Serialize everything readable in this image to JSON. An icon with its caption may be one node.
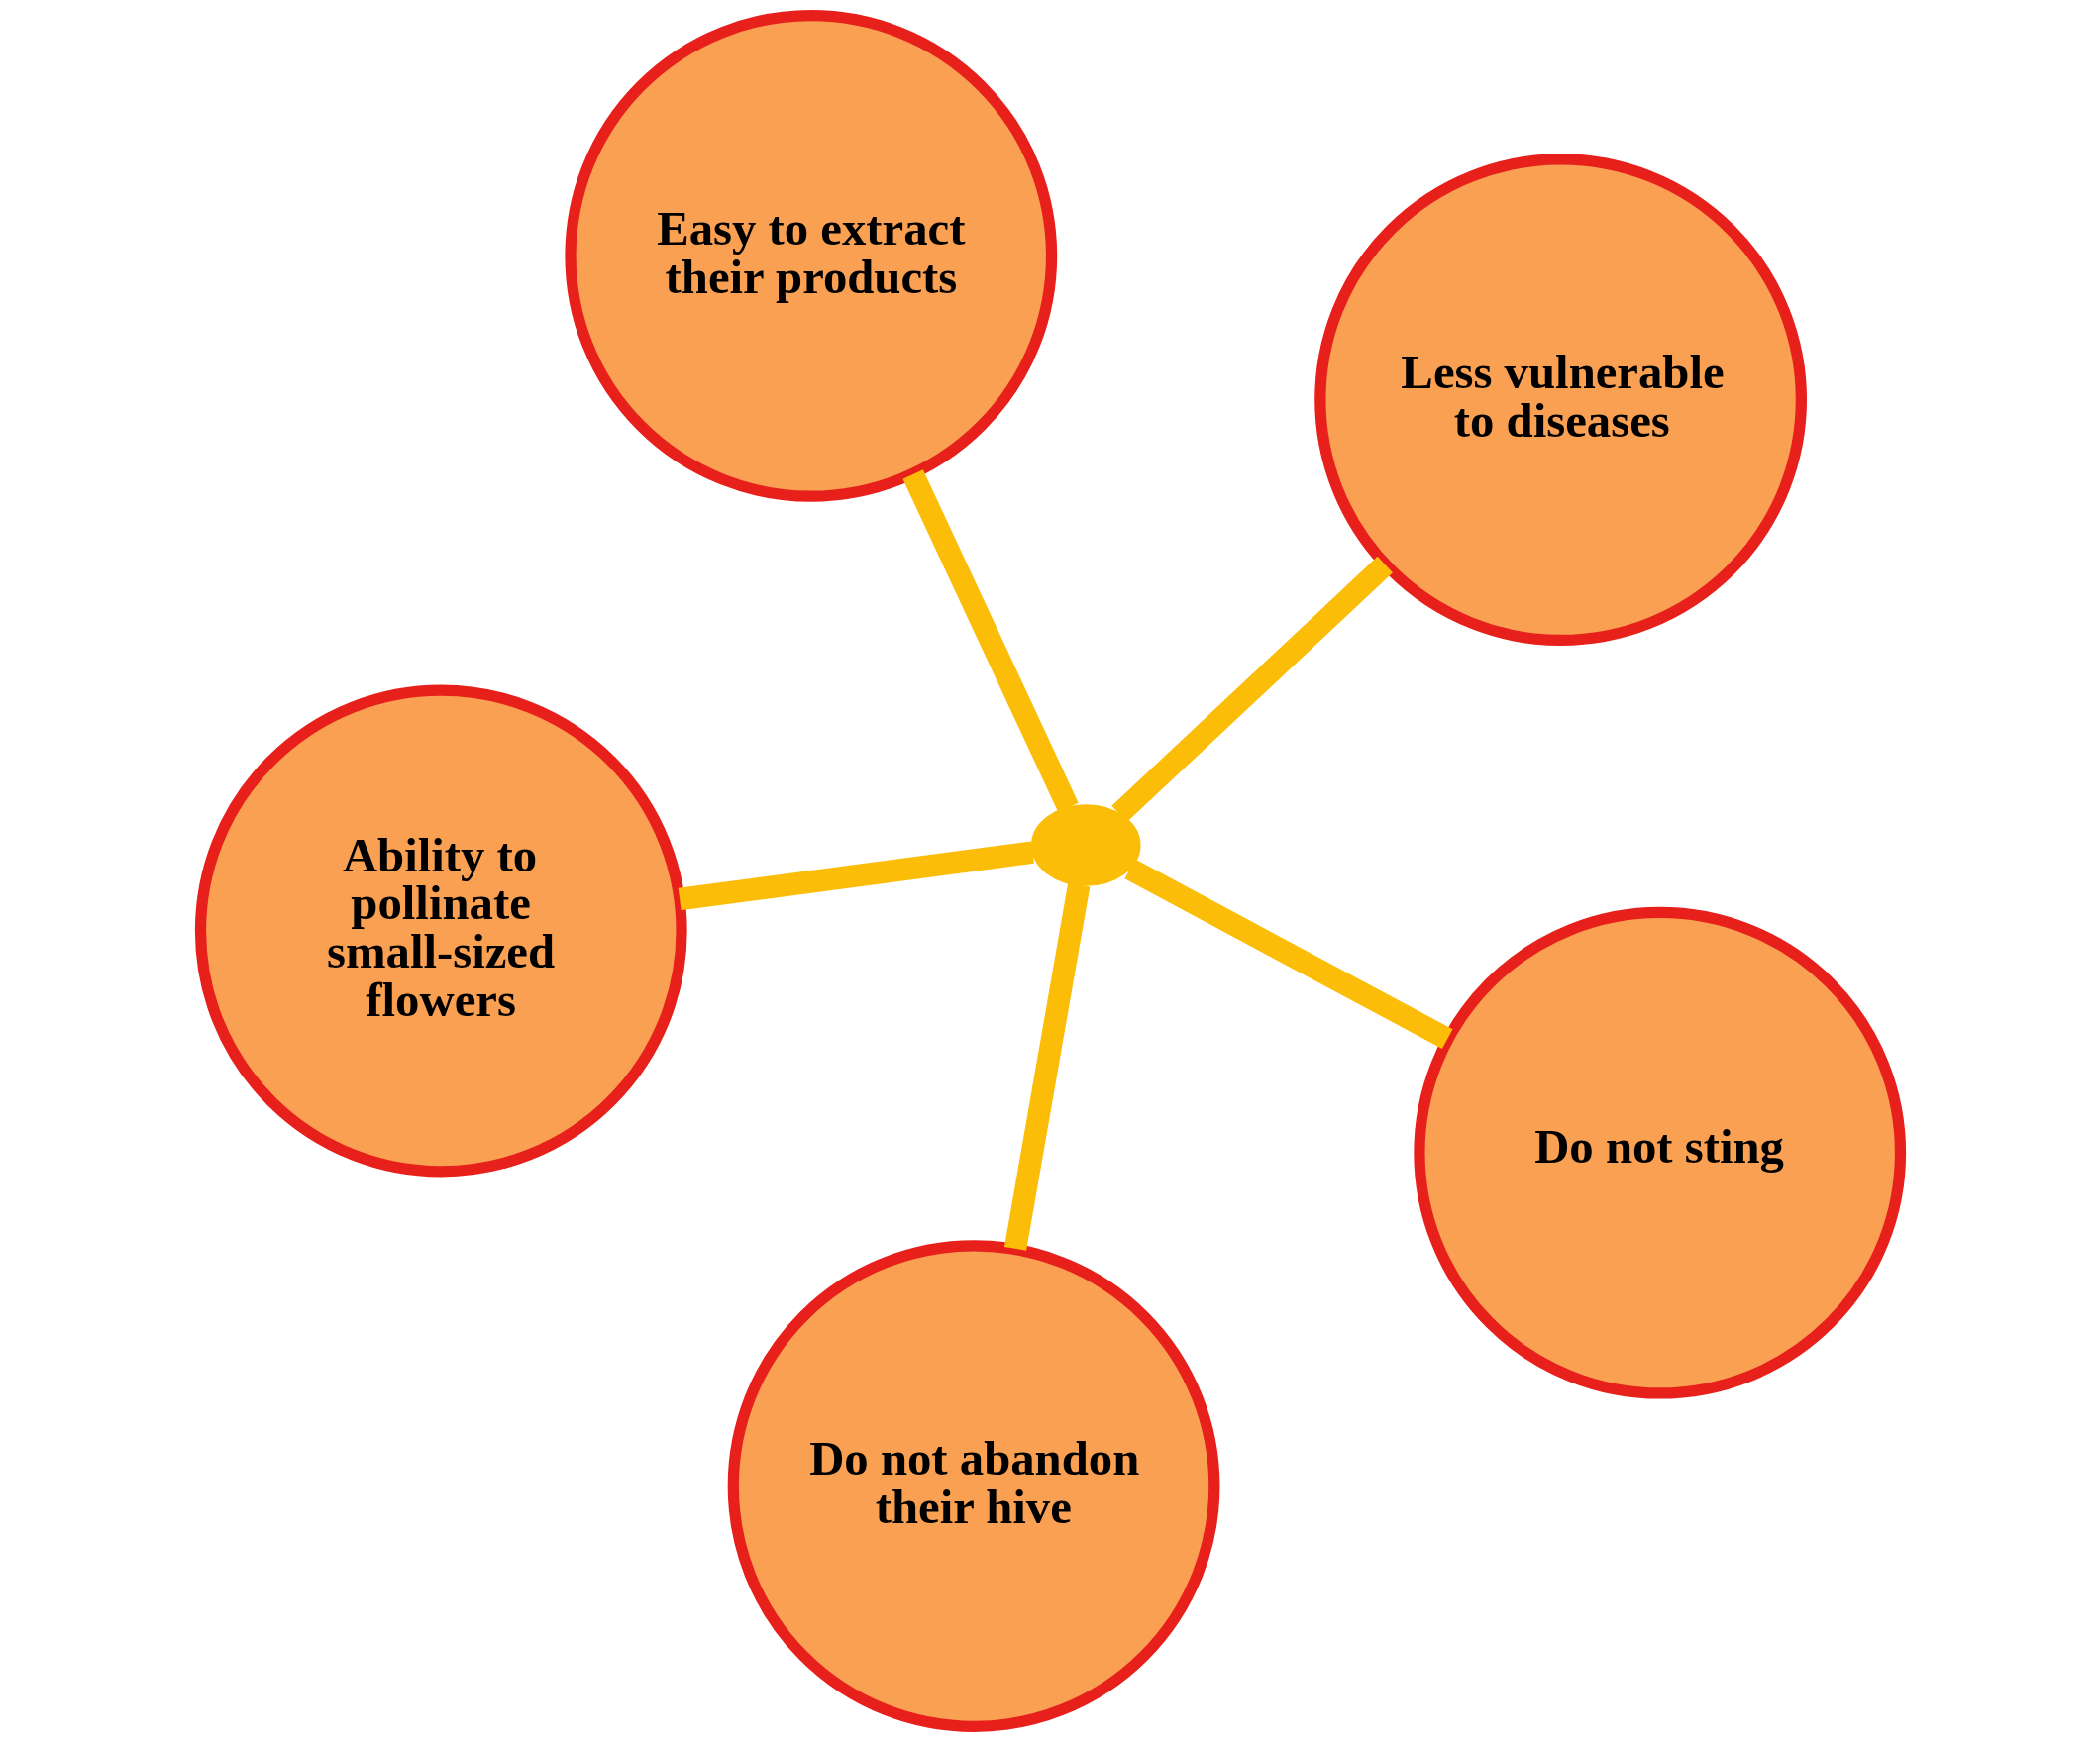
{
  "diagram": {
    "nodes": [
      {
        "text": [
          "Ability to pollinate small-sized flowers"
        ]
      },
      {
        "text": [
          "Do not sting"
        ]
      },
      {
        "text": [
          "Do not abandon their hive"
        ]
      },
      {
        "text": [
          "Easy to extract their products"
        ]
      },
      {
        "text": [
          "Less vulnerable to diseases"
        ]
      },
      {
        "text": [],
        "shape": "blob"
      }
    ],
    "edges": [
      {
        "from": 5,
        "to": 0,
        "arrow": "none"
      },
      {
        "from": 5,
        "to": 1,
        "arrow": "none"
      },
      {
        "from": 5,
        "to": 2,
        "arrow": "none"
      },
      {
        "from": 5,
        "to": 3,
        "arrow": "none"
      },
      {
        "from": 5,
        "to": 4,
        "arrow": "none"
      }
    ]
  }
}
